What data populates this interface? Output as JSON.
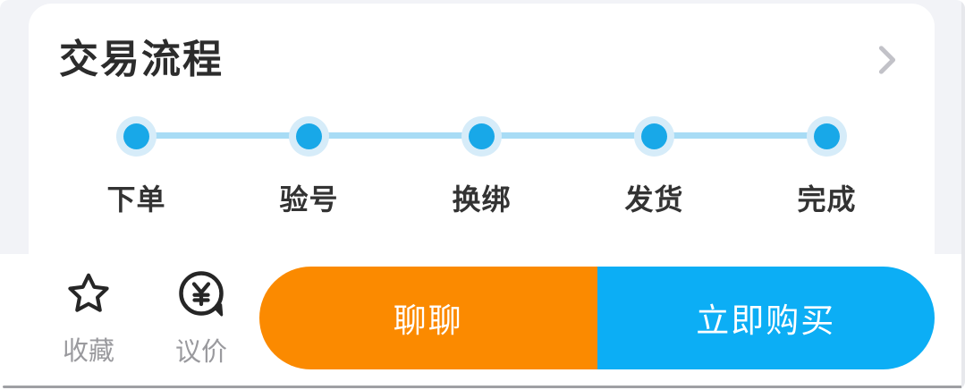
{
  "card": {
    "title": "交易流程"
  },
  "steps": [
    {
      "label": "下单"
    },
    {
      "label": "验号"
    },
    {
      "label": "换绑"
    },
    {
      "label": "发货"
    },
    {
      "label": "完成"
    }
  ],
  "action_bar": {
    "favorite": {
      "label": "收藏",
      "icon": "star-icon"
    },
    "bargain": {
      "label": "议价",
      "icon": "yuan-bubble-icon"
    },
    "chat_button": {
      "label": "聊聊"
    },
    "buy_button": {
      "label": "立即购买"
    }
  },
  "colors": {
    "page_background": "#F2F3F7",
    "card_background": "#FFFFFF",
    "title_text": "#2C2C2C",
    "step_label_text": "#333333",
    "step_dot": "#18A8E8",
    "step_dot_halo": "#D6ECF9",
    "step_line": "#A8DCF5",
    "chevron": "#C2C2C8",
    "icon_stroke": "#262626",
    "action_label_text": "#9A9A9E",
    "chat_button_bg": "#FB8A00",
    "buy_button_bg": "#0CAEF5",
    "button_text": "#FFFFFF"
  }
}
